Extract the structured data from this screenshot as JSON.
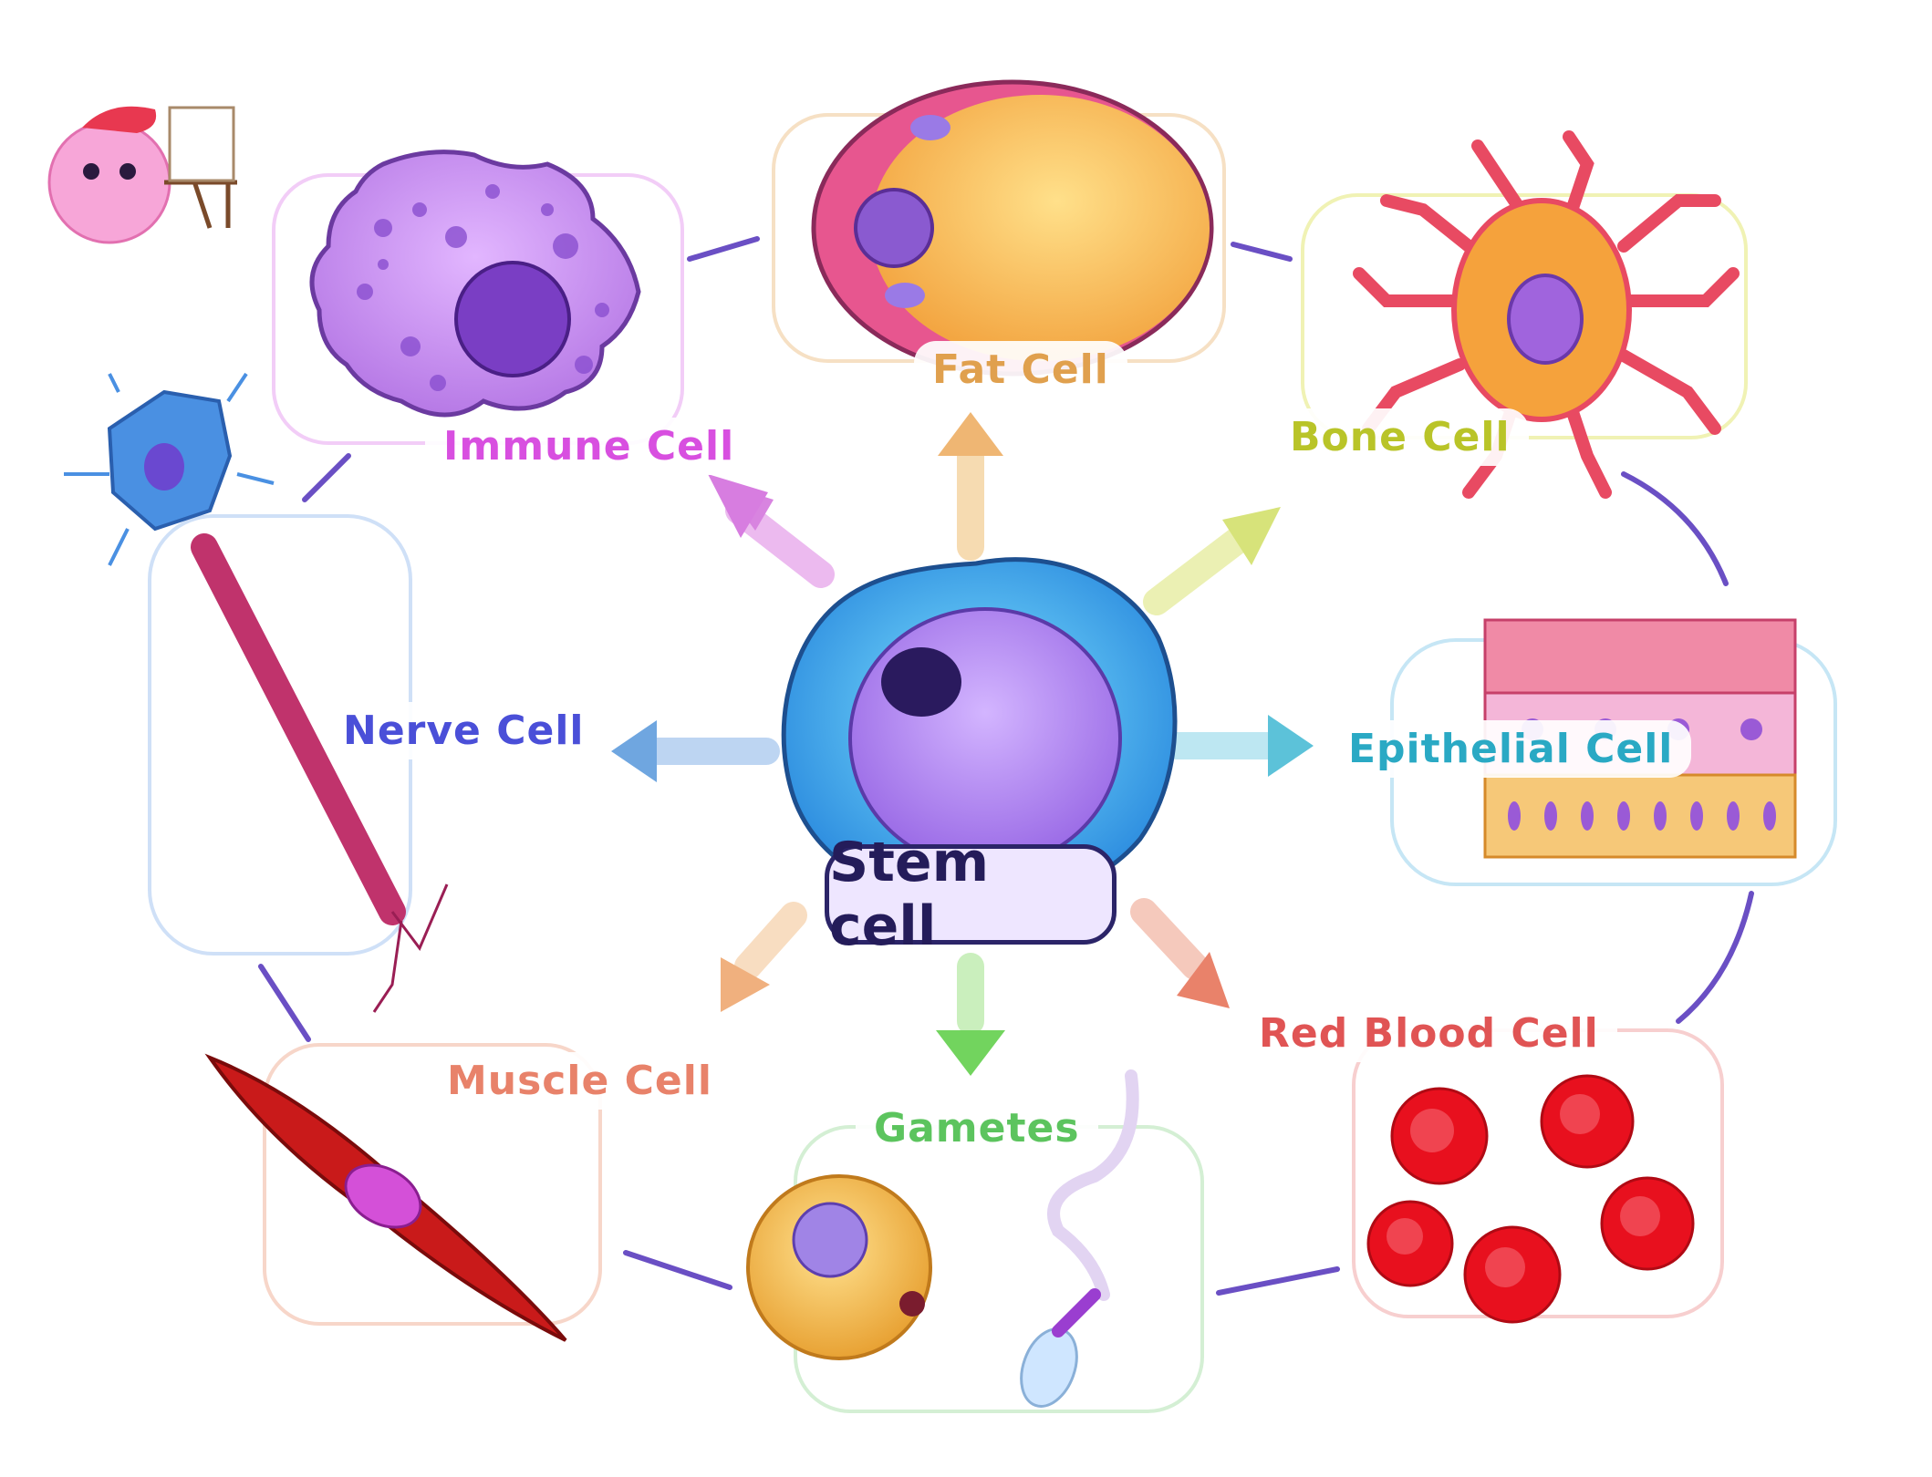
{
  "center": {
    "label": "Stem cell"
  },
  "cells": [
    {
      "key": "immune",
      "label": "Immune Cell",
      "color": "#d84fe0"
    },
    {
      "key": "fat",
      "label": "Fat Cell",
      "color": "#e0a04e"
    },
    {
      "key": "bone",
      "label": "Bone Cell",
      "color": "#b9c428"
    },
    {
      "key": "nerve",
      "label": "Nerve Cell",
      "color": "#4a4fd8"
    },
    {
      "key": "epithelial",
      "label": "Epithelial Cell",
      "color": "#2aa9c4"
    },
    {
      "key": "muscle",
      "label": "Muscle Cell",
      "color": "#e8826a"
    },
    {
      "key": "gametes",
      "label": "Gametes",
      "color": "#5cc45e"
    },
    {
      "key": "rbc",
      "label": "Red Blood Cell",
      "color": "#e05454"
    }
  ],
  "colors": {
    "ring": "#6a4fc4",
    "label_text": "#241c5a"
  }
}
